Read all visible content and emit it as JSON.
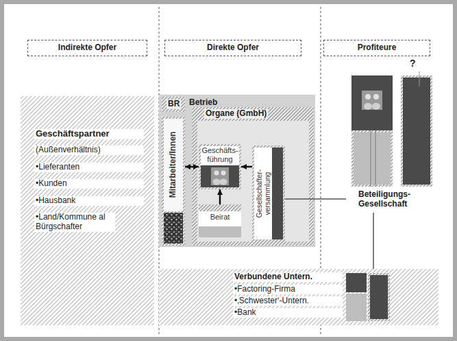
{
  "diagram": {
    "nodes": [
      {
        "text": [
          "Indirekte Opfer"
        ]
      },
      {
        "text": [
          "Direkte Opfer"
        ]
      },
      {
        "text": [
          "Profiteure"
        ]
      },
      {
        "text": [
          "Geschäftspartner",
          "(Außenverhältnis)",
          "•Lieferanten",
          "•Kunden",
          "•Hausbank",
          "•Land/Kommune al Bürgschafter"
        ]
      },
      {
        "text": [
          "Betrieb"
        ]
      },
      {
        "text": [
          "BR"
        ],
        "in": 4
      },
      {
        "text": [
          "Mitarbeiter/Innen"
        ],
        "in": 4
      },
      {
        "text": [
          "Organe (GmbH)"
        ],
        "in": 4
      },
      {
        "text": [
          "Geschäfts- führung"
        ],
        "in": 7
      },
      {
        "text": [
          "Beirat"
        ],
        "in": 7
      },
      {
        "text": [
          "Gesellschafter- versammlung"
        ],
        "in": 7
      },
      {
        "text": [
          "Beteiligungs- Gesellschaft"
        ]
      },
      {
        "text": [
          "Verbundene Untern.",
          "•Factoring-Firma",
          "•‚Schwester‘-Untern.",
          "•Bank"
        ]
      }
    ],
    "edges": [
      {
        "from": 6,
        "to": 8,
        "arrow": "both"
      },
      {
        "from": 10,
        "to": 8,
        "arrow": "to"
      },
      {
        "from": 9,
        "to": 8,
        "arrow": "to"
      },
      {
        "from": 10,
        "to": 11,
        "arrow": "none"
      },
      {
        "from": 11,
        "to": 12,
        "arrow": "none"
      }
    ],
    "labels": [
      "?"
    ]
  }
}
